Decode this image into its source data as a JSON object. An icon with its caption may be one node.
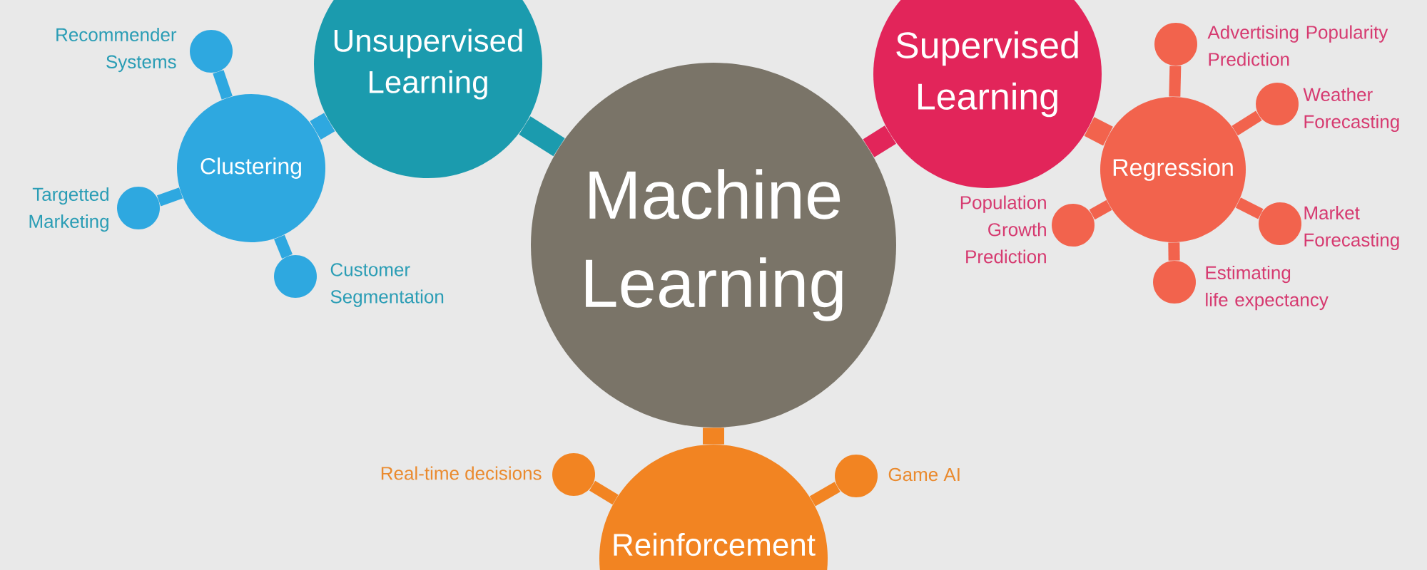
{
  "diagram": {
    "nodes": [
      {
        "text": [
          "Machine Learning"
        ]
      },
      {
        "text": [
          "Unsupervised Learning"
        ]
      },
      {
        "text": [
          "Clustering"
        ]
      },
      {
        "text": [],
        "shape": "circle",
        "beside": [
          "Recommender Systems"
        ]
      },
      {
        "text": [],
        "shape": "circle",
        "beside": [
          "Targetted Marketing"
        ]
      },
      {
        "text": [],
        "shape": "circle",
        "beside": [
          "Customer Segmentation"
        ]
      },
      {
        "text": [
          "Supervised Learning"
        ]
      },
      {
        "text": [
          "Regression"
        ]
      },
      {
        "text": [],
        "shape": "circle",
        "beside": [
          "Advertising Popularity Prediction"
        ]
      },
      {
        "text": [],
        "shape": "circle",
        "beside": [
          "Weather Forecasting"
        ]
      },
      {
        "text": [],
        "shape": "circle",
        "beside": [
          "Population Growth Prediction"
        ]
      },
      {
        "text": [],
        "shape": "circle",
        "beside": [
          "Market Forecasting"
        ]
      },
      {
        "text": [],
        "shape": "circle",
        "beside": [
          "Estimating life expectancy"
        ]
      },
      {
        "text": [
          "Reinforcement"
        ]
      },
      {
        "text": [],
        "shape": "circle",
        "beside": [
          "Real-time decisions"
        ]
      },
      {
        "text": [],
        "shape": "circle",
        "beside": [
          "Game AI"
        ]
      }
    ],
    "edges": [
      {
        "from": 0,
        "to": 1,
        "arrow": "none",
        "style": "thick",
        "color": "#1b9bae"
      },
      {
        "from": 1,
        "to": 2,
        "arrow": "none",
        "style": "thick",
        "color": "#2ea8e0"
      },
      {
        "from": 2,
        "to": 3,
        "arrow": "none",
        "color": "#2ea8e0"
      },
      {
        "from": 2,
        "to": 4,
        "arrow": "none",
        "color": "#2ea8e0"
      },
      {
        "from": 2,
        "to": 5,
        "arrow": "none",
        "color": "#2ea8e0"
      },
      {
        "from": 0,
        "to": 6,
        "arrow": "none",
        "style": "thick",
        "color": "#e2255a"
      },
      {
        "from": 6,
        "to": 7,
        "arrow": "none",
        "style": "thick"
      },
      {
        "from": 7,
        "to": 8,
        "arrow": "none"
      },
      {
        "from": 7,
        "to": 9,
        "arrow": "none"
      },
      {
        "from": 7,
        "to": 10,
        "arrow": "none"
      },
      {
        "from": 7,
        "to": 11,
        "arrow": "none"
      },
      {
        "from": 7,
        "to": 12,
        "arrow": "none"
      },
      {
        "from": 0,
        "to": 13,
        "arrow": "none",
        "style": "thick",
        "color": "#f28422"
      },
      {
        "from": 13,
        "to": 14,
        "arrow": "none",
        "color": "#f28422"
      },
      {
        "from": 13,
        "to": 15,
        "arrow": "none",
        "color": "#f28422"
      }
    ]
  }
}
